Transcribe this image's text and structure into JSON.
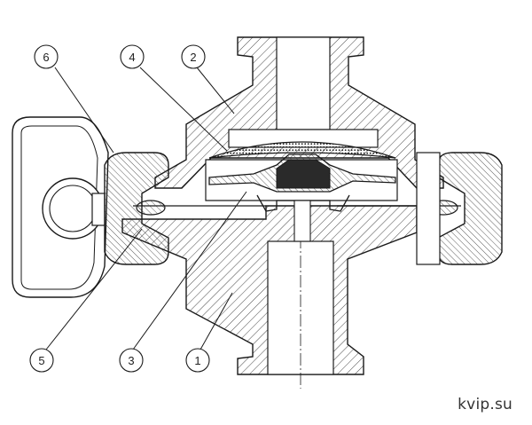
{
  "callouts": [
    {
      "id": "6",
      "label": "6"
    },
    {
      "id": "4",
      "label": "4"
    },
    {
      "id": "2",
      "label": "2"
    },
    {
      "id": "5",
      "label": "5"
    },
    {
      "id": "3",
      "label": "3"
    },
    {
      "id": "1",
      "label": "1"
    }
  ],
  "watermark": "kvip.su",
  "colors": {
    "line": "#1a1a1a",
    "hatch": "#333333",
    "background": "#ffffff"
  }
}
